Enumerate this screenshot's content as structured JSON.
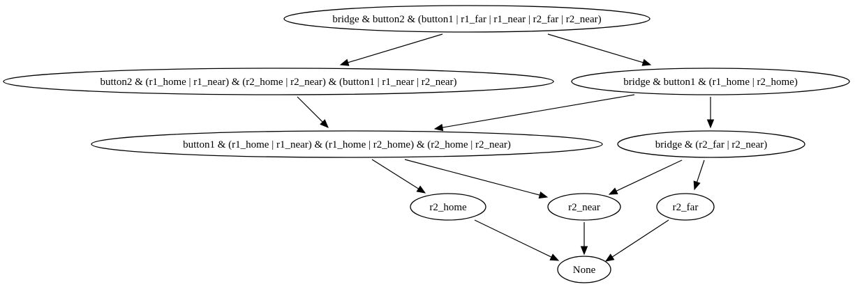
{
  "diagram": {
    "type": "directed-graph",
    "nodes": [
      {
        "id": "n_top",
        "label": "bridge & button2 & (button1 | r1_far | r1_near | r2_far | r2_near)"
      },
      {
        "id": "n_b2",
        "label": "button2 & (r1_home | r1_near) & (r2_home | r2_near) & (button1 | r1_near | r2_near)"
      },
      {
        "id": "n_br1",
        "label": "bridge & button1 & (r1_home | r2_home)"
      },
      {
        "id": "n_b1",
        "label": "button1 & (r1_home | r1_near) & (r1_home | r2_home) & (r2_home | r2_near)"
      },
      {
        "id": "n_br2",
        "label": "bridge & (r2_far | r2_near)"
      },
      {
        "id": "n_r2home",
        "label": "r2_home"
      },
      {
        "id": "n_r2near",
        "label": "r2_near"
      },
      {
        "id": "n_r2far",
        "label": "r2_far"
      },
      {
        "id": "n_none",
        "label": "None"
      }
    ],
    "edges": [
      {
        "from": "n_top",
        "to": "n_b2"
      },
      {
        "from": "n_top",
        "to": "n_br1"
      },
      {
        "from": "n_b2",
        "to": "n_b1"
      },
      {
        "from": "n_br1",
        "to": "n_b1"
      },
      {
        "from": "n_br1",
        "to": "n_br2"
      },
      {
        "from": "n_b1",
        "to": "n_r2home"
      },
      {
        "from": "n_b1",
        "to": "n_r2near"
      },
      {
        "from": "n_br2",
        "to": "n_r2near"
      },
      {
        "from": "n_br2",
        "to": "n_r2far"
      },
      {
        "from": "n_r2home",
        "to": "n_none"
      },
      {
        "from": "n_r2near",
        "to": "n_none"
      },
      {
        "from": "n_r2far",
        "to": "n_none"
      }
    ]
  }
}
